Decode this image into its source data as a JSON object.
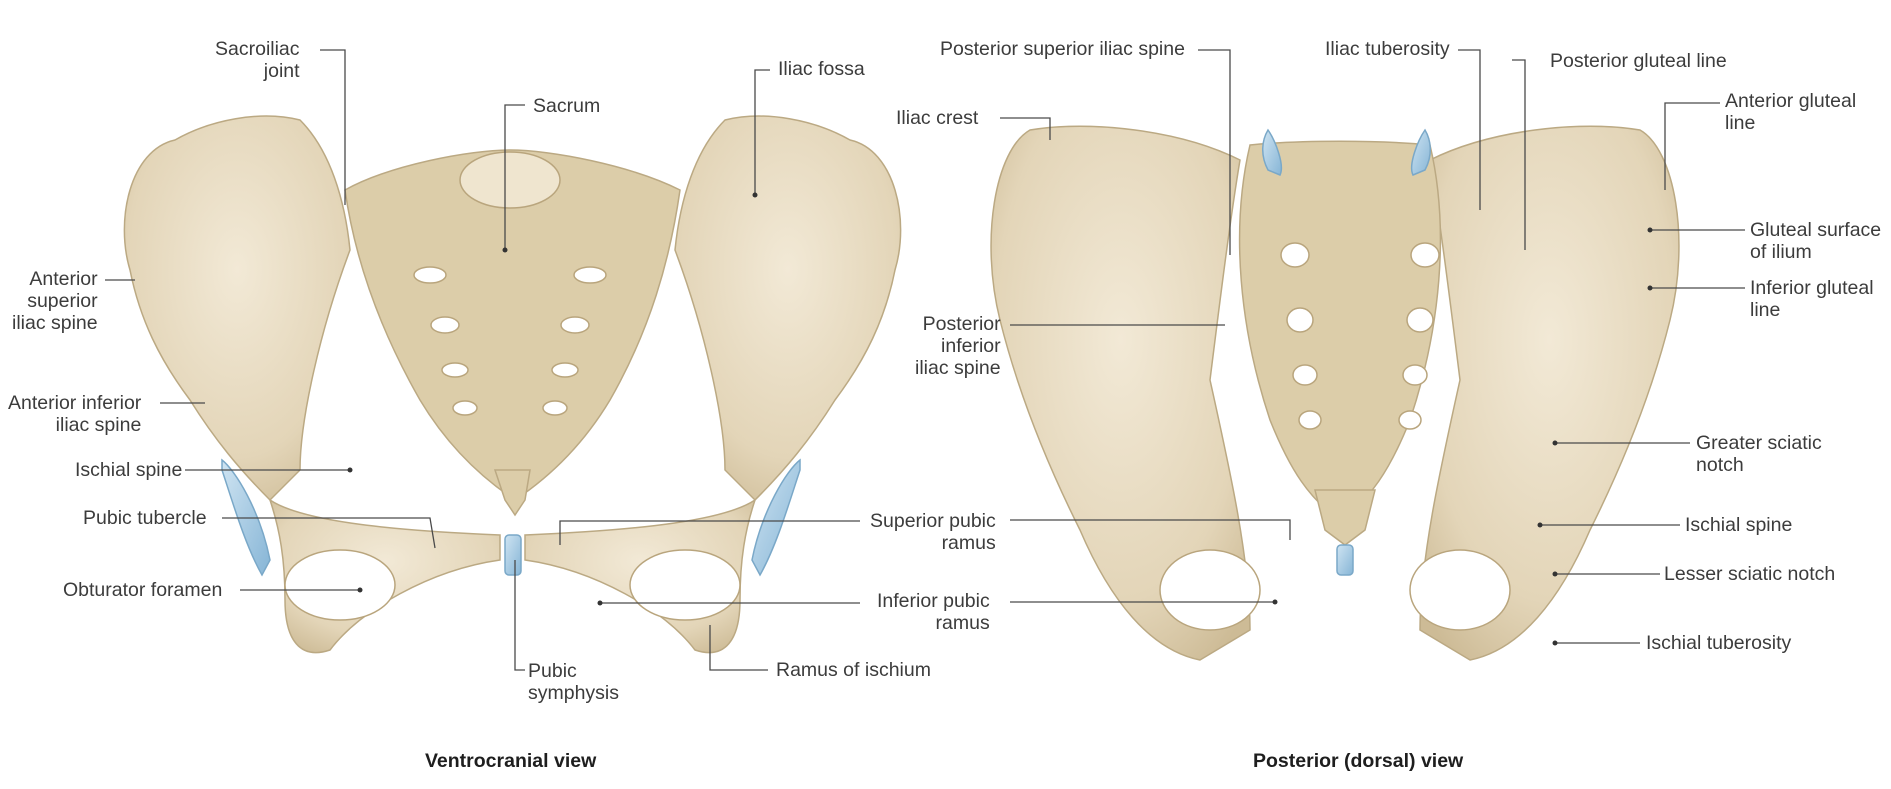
{
  "views": {
    "ventrocranial": {
      "caption": "Ventrocranial view",
      "labels": {
        "sacroiliac_joint": [
          "Sacroiliac",
          "joint"
        ],
        "sacrum": "Sacrum",
        "iliac_fossa": "Iliac fossa",
        "anterior_superior_iliac_spine": [
          "Anterior",
          "superior",
          "iliac spine"
        ],
        "anterior_inferior_iliac_spine": [
          "Anterior inferior",
          "iliac spine"
        ],
        "ischial_spine": "Ischial spine",
        "pubic_tubercle": "Pubic tubercle",
        "obturator_foramen": "Obturator foramen",
        "pubic_symphysis": [
          "Pubic",
          "symphysis"
        ],
        "ramus_of_ischium": "Ramus of ischium"
      }
    },
    "posterior": {
      "caption": "Posterior (dorsal) view",
      "labels": {
        "iliac_crest": "Iliac crest",
        "posterior_superior_iliac_spine": "Posterior superior iliac spine",
        "iliac_tuberosity": "Iliac tuberosity",
        "posterior_gluteal_line": "Posterior gluteal line",
        "anterior_gluteal_line": [
          "Anterior gluteal",
          "line"
        ],
        "gluteal_surface_of_ilium": [
          "Gluteal surface",
          "of ilium"
        ],
        "inferior_gluteal_line": [
          "Inferior gluteal",
          "line"
        ],
        "posterior_inferior_iliac_spine": [
          "Posterior",
          "inferior",
          "iliac spine"
        ],
        "greater_sciatic_notch": [
          "Greater sciatic",
          "notch"
        ],
        "ischial_spine": "Ischial spine",
        "lesser_sciatic_notch": "Lesser sciatic notch",
        "ischial_tuberosity": "Ischial tuberosity"
      }
    },
    "shared": {
      "superior_pubic_ramus": [
        "Superior pubic",
        "ramus"
      ],
      "inferior_pubic_ramus": [
        "Inferior pubic",
        "ramus"
      ]
    }
  },
  "colors": {
    "bone": "#e8dcc3",
    "bone_shadow": "#c9b894",
    "cartilage": "#9fc6e0",
    "leader_line": "#4a4a4a",
    "text": "#3c3c3c"
  }
}
